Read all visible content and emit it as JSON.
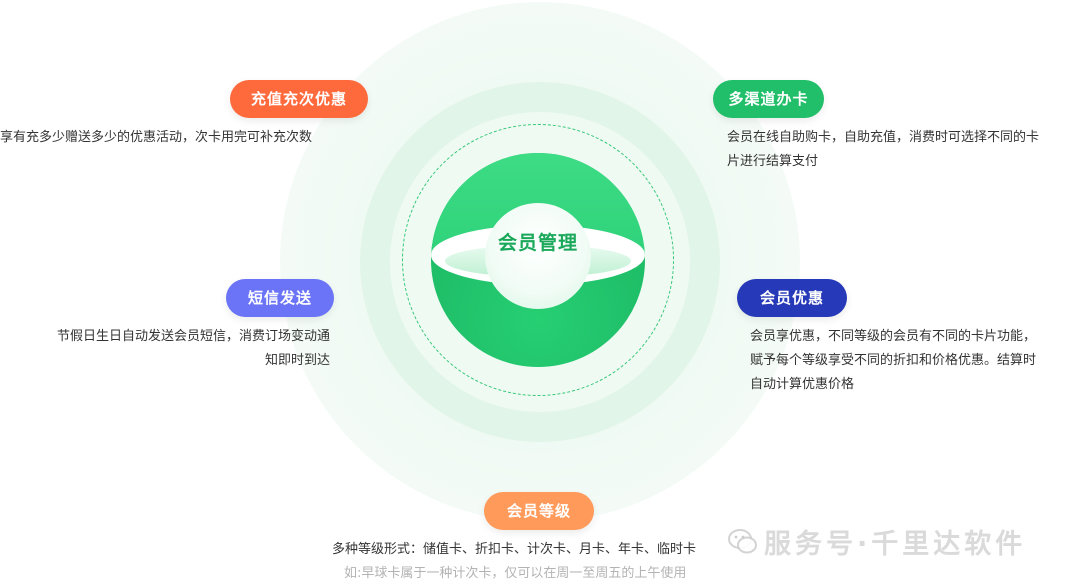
{
  "center": {
    "title": "会员管理"
  },
  "features": {
    "recharge": {
      "label": "充值充次优惠",
      "color": "#ff6a3d",
      "desc": "享有充多少赠送多少的优惠活动，次卡用完可补充次数"
    },
    "channels": {
      "label": "多渠道办卡",
      "color": "#22bf6a",
      "desc_lines": [
        "会员在线自助购卡，自助充值，消费时可选择不同的卡",
        "片进行结算支付"
      ]
    },
    "sms": {
      "label": "短信发送",
      "color": "#6b74f6",
      "desc_lines": [
        "节假日生日自动发送会员短信，消费订场变动通",
        "知即时到达"
      ]
    },
    "discount": {
      "label": "会员优惠",
      "color": "#2639b8",
      "desc_lines": [
        "会员享优惠，不同等级的会员有不同的卡片功能，",
        "赋予每个等级享受不同的折扣和价格优惠。结算时",
        "自动计算优惠价格"
      ]
    },
    "levels": {
      "label": "会员等级",
      "color": "#ff9a5a",
      "desc": "多种等级形式：储值卡、折扣卡、计次卡、月卡、年卡、临时卡",
      "note": "如:早球卡属于一种计次卡，仅可以在周一至周五的上午使用"
    }
  },
  "watermark": {
    "text": "服务号·千里达软件",
    "icon": "wechat-icon"
  }
}
